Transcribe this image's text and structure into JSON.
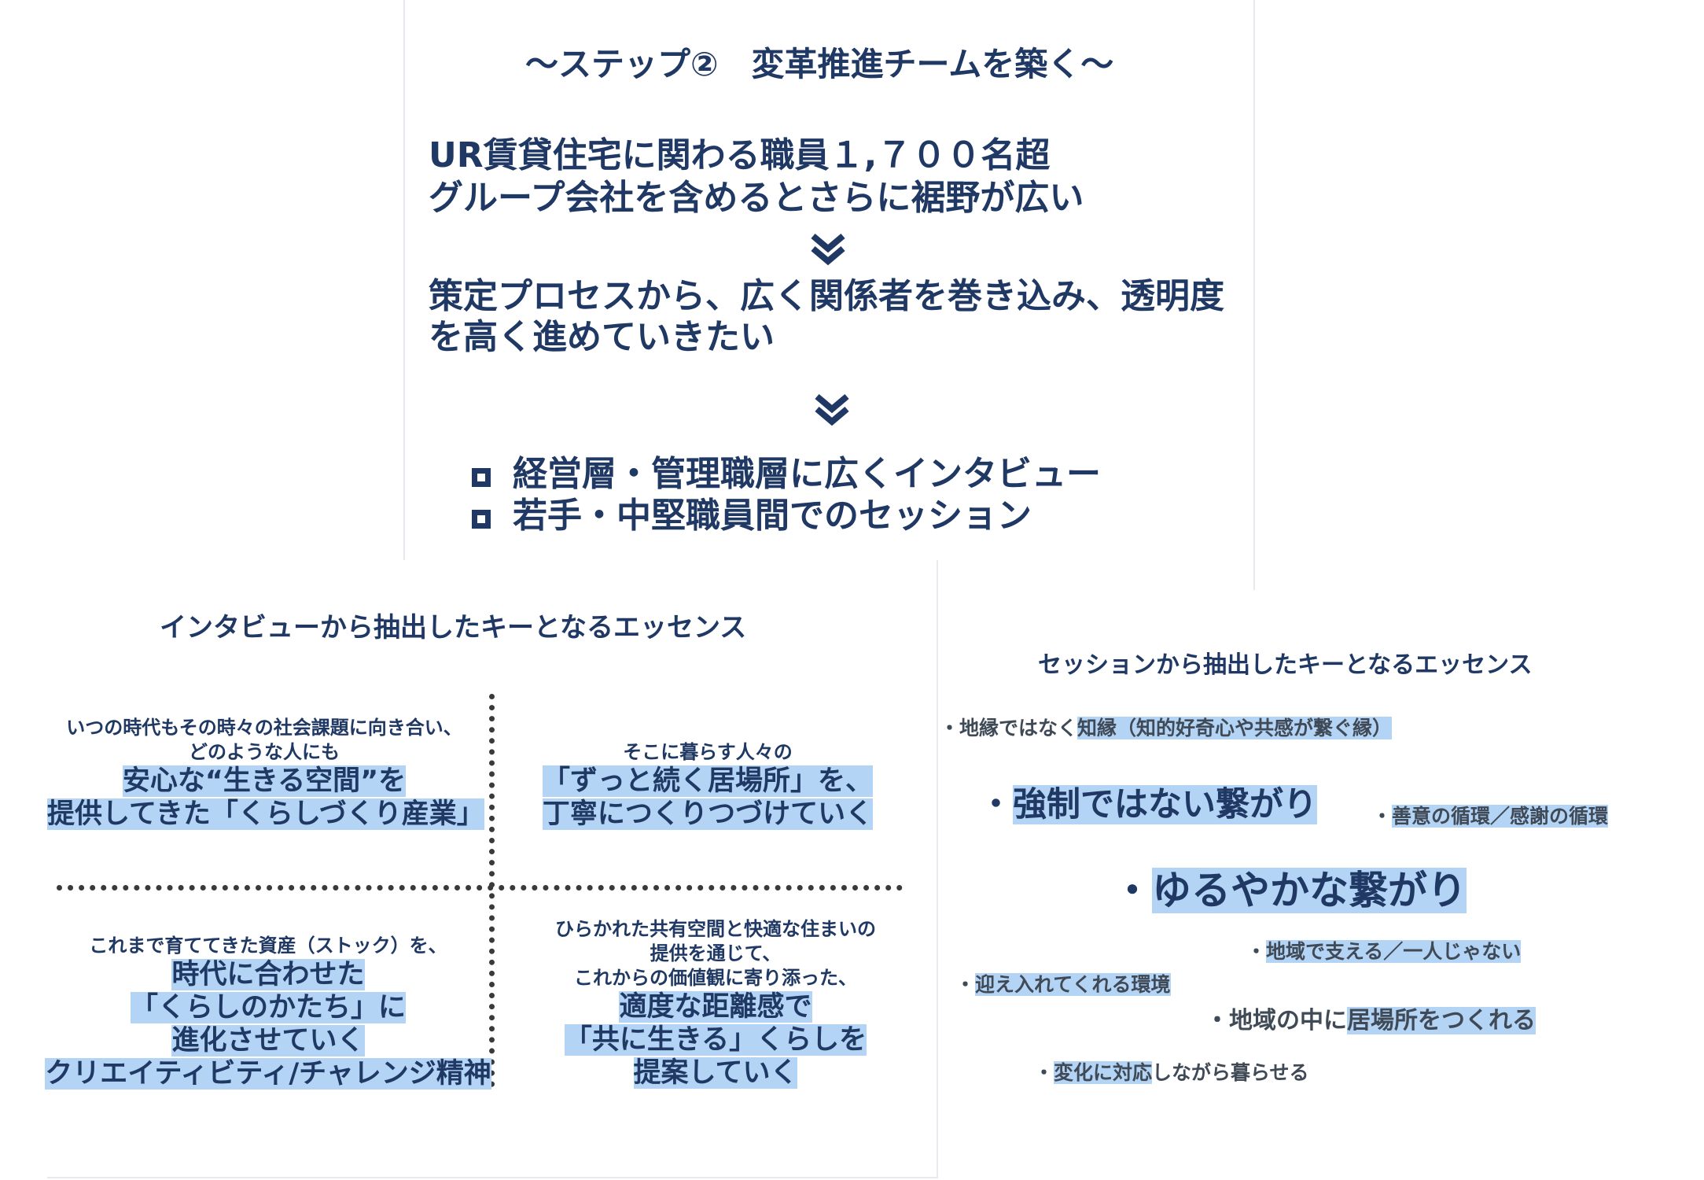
{
  "top": {
    "title": "～ステップ②　変革推進チームを築く～",
    "line1": "UR賃貸住宅に関わる職員１,７００名超",
    "line2": "グループ会社を含めるとさらに裾野が広い",
    "line3": "策定プロセスから、広く関係者を巻き込み、透明度",
    "line4": "を高く進めていきたい",
    "bullets": [
      "経営層・管理職層に広くインタビュー",
      "若手・中堅職員間でのセッション"
    ],
    "arrow_icon": "double-chevron-down-icon",
    "bullet_icon": "square-bullet-icon"
  },
  "interview": {
    "title": "インタビューから抽出したキーとなるエッセンス",
    "q1": {
      "small1": "いつの時代もその時々の社会課題に向き合い、",
      "small2": "どのような人にも",
      "big1": "安心な“生きる空間”を",
      "big2": "提供してきた「くらしづくり産業」"
    },
    "q2": {
      "small1": "そこに暮らす人々の",
      "big1": "「ずっと続く居場所」を、",
      "big2": "丁寧につくりつづけていく"
    },
    "q3": {
      "small1": "これまで育ててきた資産（ストック）を、",
      "big1": "時代に合わせた",
      "big2": "「くらしのかたち」に",
      "big3": "進化させていく",
      "big4": "クリエイティビティ/チャレンジ精神"
    },
    "q4": {
      "small1": "ひらかれた共有空間と快適な住まいの",
      "small2": "提供を通じて、",
      "small3": "これからの価値観に寄り添った、",
      "big1": "適度な距離感で",
      "big2": "「共に生きる」くらしを",
      "big3": "提案していく"
    }
  },
  "session": {
    "title": "セッションから抽出したキーとなるエッセンス",
    "i1_a": "・地縁ではなく",
    "i1_b": "知縁（知的好奇心や共感が繋ぐ縁）",
    "i2_a": "・",
    "i2_b": "強制ではない繋がり",
    "i3_a": "・",
    "i3_b": "善意の循環／感謝の循環",
    "i4_a": "・",
    "i4_b": "ゆるやかな繋がり",
    "i5_a": "・",
    "i5_b": "地域で支える／一人じゃない",
    "i6_a": "・",
    "i6_b": "迎え入れてくれる環境",
    "i7_a": "・地域の中に",
    "i7_b": "居場所をつくれる",
    "i8_a": "・",
    "i8_b": "変化に対応",
    "i8_c": "しながら暮らせる"
  },
  "colors": {
    "navy": "#1f3864",
    "highlight": "#b3d4f5",
    "dots": "#3a3a3a"
  }
}
